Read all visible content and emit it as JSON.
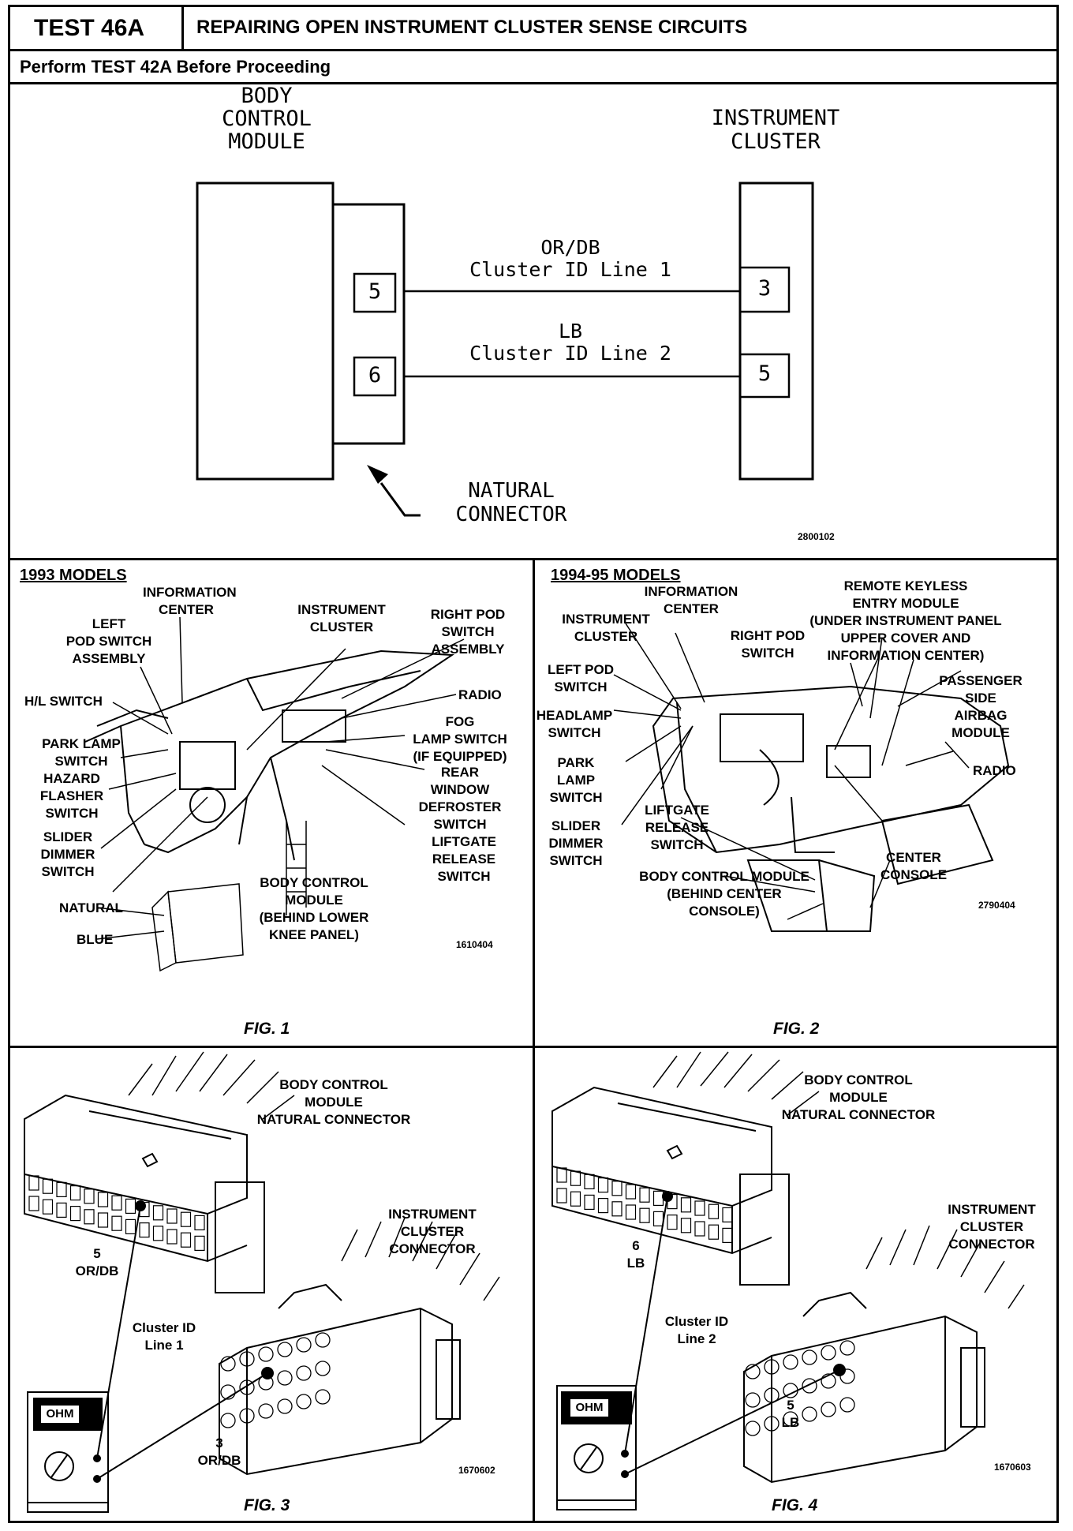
{
  "header": {
    "test_label": "TEST 46A",
    "title": "REPAIRING OPEN INSTRUMENT CLUSTER SENSE CIRCUITS",
    "subheader": "Perform TEST 42A Before Proceeding"
  },
  "schematic": {
    "bcm_label": [
      "BODY",
      "CONTROL",
      "MODULE"
    ],
    "cluster_label": [
      "INSTRUMENT",
      "CLUSTER"
    ],
    "wire1": {
      "color": "OR/DB",
      "name": "Cluster ID Line 1",
      "bcm_pin": "5",
      "cluster_pin": "3"
    },
    "wire2": {
      "color": "LB",
      "name": "Cluster ID Line 2",
      "bcm_pin": "6",
      "cluster_pin": "5"
    },
    "connector_label": [
      "NATURAL",
      "CONNECTOR"
    ],
    "ref": "2800102"
  },
  "fig1": {
    "heading": "1993 MODELS",
    "labels": {
      "info_center": [
        "INFORMATION",
        "CENTER"
      ],
      "cluster": [
        "INSTRUMENT",
        "CLUSTER"
      ],
      "right_pod": [
        "RIGHT POD",
        "SWITCH",
        "ASSEMBLY"
      ],
      "left_pod": [
        "LEFT",
        "POD SWITCH",
        "ASSEMBLY"
      ],
      "hl_switch": "H/L SWITCH",
      "radio": "RADIO",
      "fog": [
        "FOG",
        "LAMP SWITCH",
        "(IF EQUIPPED)"
      ],
      "park": [
        "PARK LAMP",
        "SWITCH"
      ],
      "hazard": [
        "HAZARD",
        "FLASHER",
        "SWITCH"
      ],
      "rear_window": [
        "REAR",
        "WINDOW",
        "DEFROSTER",
        "SWITCH"
      ],
      "slider": [
        "SLIDER",
        "DIMMER",
        "SWITCH"
      ],
      "liftgate": [
        "LIFTGATE",
        "RELEASE",
        "SWITCH"
      ],
      "natural": "NATURAL",
      "blue": "BLUE",
      "bcm": [
        "BODY CONTROL",
        "MODULE",
        "(BEHIND LOWER",
        "KNEE PANEL)"
      ]
    },
    "ref": "1610404",
    "caption": "FIG. 1"
  },
  "fig2": {
    "heading": "1994-95 MODELS",
    "labels": {
      "info_center": [
        "INFORMATION",
        "CENTER"
      ],
      "remote": [
        "REMOTE KEYLESS",
        "ENTRY MODULE",
        "(UNDER INSTRUMENT PANEL",
        "UPPER COVER AND",
        "INFORMATION CENTER)"
      ],
      "cluster": [
        "INSTRUMENT",
        "CLUSTER"
      ],
      "right_pod": [
        "RIGHT POD",
        "SWITCH"
      ],
      "left_pod": [
        "LEFT POD",
        "SWITCH"
      ],
      "passenger": [
        "PASSENGER",
        "SIDE",
        "AIRBAG",
        "MODULE"
      ],
      "headlamp": [
        "HEADLAMP",
        "SWITCH"
      ],
      "park": [
        "PARK",
        "LAMP",
        "SWITCH"
      ],
      "radio": "RADIO",
      "liftgate": [
        "LIFTGATE",
        "RELEASE",
        "SWITCH"
      ],
      "slider": [
        "SLIDER",
        "DIMMER",
        "SWITCH"
      ],
      "center_console": [
        "CENTER",
        "CONSOLE"
      ],
      "bcm": [
        "BODY CONTROL MODULE",
        "(BEHIND CENTER",
        "CONSOLE)"
      ]
    },
    "ref": "2790404",
    "caption": "FIG. 2"
  },
  "fig3": {
    "bcm_conn": [
      "BODY CONTROL",
      "MODULE",
      "NATURAL CONNECTOR"
    ],
    "pin_top": [
      "5",
      "OR/DB"
    ],
    "cluster_conn": [
      "INSTRUMENT",
      "CLUSTER",
      "CONNECTOR"
    ],
    "line": [
      "Cluster ID",
      "Line 1"
    ],
    "pin_bottom": [
      "3",
      "OR/DB"
    ],
    "meter": "OHM",
    "ref": "1670602",
    "caption": "FIG. 3"
  },
  "fig4": {
    "bcm_conn": [
      "BODY CONTROL",
      "MODULE",
      "NATURAL CONNECTOR"
    ],
    "pin_top": [
      "6",
      "LB"
    ],
    "cluster_conn": [
      "INSTRUMENT",
      "CLUSTER",
      "CONNECTOR"
    ],
    "line": [
      "Cluster ID",
      "Line 2"
    ],
    "pin_bottom": [
      "5",
      "LB"
    ],
    "meter": "OHM",
    "ref": "1670603",
    "caption": "FIG. 4"
  }
}
